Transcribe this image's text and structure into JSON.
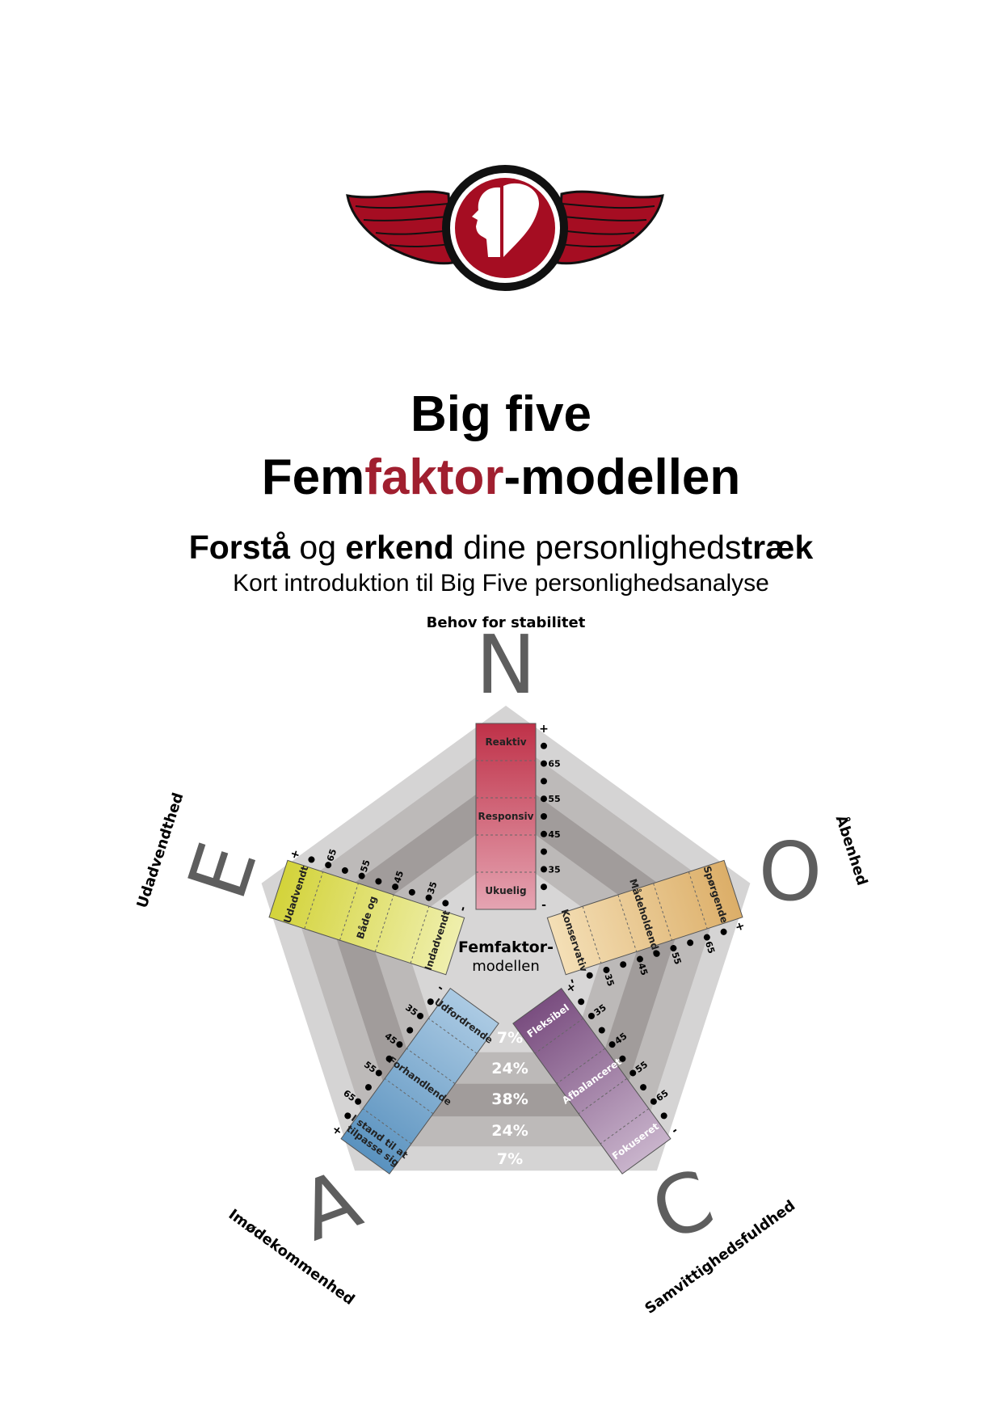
{
  "logo": {
    "name": "winged heart-head puzzle logo",
    "colors": {
      "red": "#a50d22",
      "ring": "#111111"
    }
  },
  "title": {
    "line1": "Big five",
    "line2": [
      {
        "text": "Fem",
        "accent": false
      },
      {
        "text": "faktor",
        "accent": true
      },
      {
        "text": "-modellen",
        "accent": false
      }
    ],
    "accent_color": "#a01f2f"
  },
  "subtitle": [
    {
      "text": "Forstå",
      "bold": true
    },
    {
      "text": " og ",
      "bold": false
    },
    {
      "text": "erkend",
      "bold": true
    },
    {
      "text": " dine personligheds",
      "bold": false
    },
    {
      "text": "træk",
      "bold": true
    }
  ],
  "intro": "Kort introduktion til Big Five personlighedsanalyse",
  "diagram": {
    "center_title": "Femfaktor-",
    "center_subtitle": "modellen",
    "ring_colors": [
      "#d5d4d4",
      "#bdbab9",
      "#a19c9b",
      "#bcb9b8",
      "#d7d6d6"
    ],
    "distribution": [
      "7%",
      "24%",
      "38%",
      "24%",
      "7%"
    ],
    "factors": [
      {
        "letter": "N",
        "axis_label": "Behov for stabilitet",
        "labels_outer_to_inner": [
          "Reaktiv",
          "Responsiv",
          "Ukuelig"
        ],
        "ticks_outer_to_inner": [
          "+",
          "",
          "65",
          "",
          "55",
          "",
          "45",
          "",
          "35",
          "",
          "-"
        ],
        "colors": {
          "outer": "#bf3148",
          "inner": "#e5a4b2"
        }
      },
      {
        "letter": "E",
        "axis_label": "Udadvendthed",
        "labels_outer_to_inner": [
          "Udadvendt",
          "Både og",
          "Indadvendt"
        ],
        "ticks_outer_to_inner": [
          "+",
          "",
          "65",
          "",
          "55",
          "",
          "45",
          "",
          "35",
          "",
          "-"
        ],
        "colors": {
          "outer": "#d3d33a",
          "inner": "#efefad"
        }
      },
      {
        "letter": "O",
        "axis_label": "Åbenhed",
        "labels_outer_to_inner": [
          "Spørgende",
          "Mådeholdende",
          "Konservativ"
        ],
        "ticks_outer_to_inner": [
          "+",
          "",
          "65",
          "",
          "55",
          "",
          "45",
          "",
          "35",
          "",
          "-"
        ],
        "colors": {
          "outer": "#dcae68",
          "inner": "#f4dfb6"
        }
      },
      {
        "letter": "C",
        "axis_label": "Samvittighedsfuldhed",
        "labels_outer_to_inner": [
          "Fokuseret",
          "Afbalanceret",
          "Fleksibel"
        ],
        "ticks_outer_to_inner": [
          "-",
          "",
          "65",
          "",
          "55",
          "",
          "45",
          "",
          "35",
          "",
          "+"
        ],
        "colors": {
          "outer": "#c8b3cb",
          "inner": "#7a4e80"
        }
      },
      {
        "letter": "A",
        "axis_label": "Imødekommenhed",
        "labels_outer_to_inner": [
          "I stand til at\ntilpasse sig",
          "Forhandlende",
          "Udfordrende"
        ],
        "ticks_outer_to_inner": [
          "+",
          "",
          "65",
          "",
          "55",
          "",
          "45",
          "",
          "35",
          "",
          "-"
        ],
        "colors": {
          "outer": "#5a92bf",
          "inner": "#abcae3"
        }
      }
    ]
  }
}
